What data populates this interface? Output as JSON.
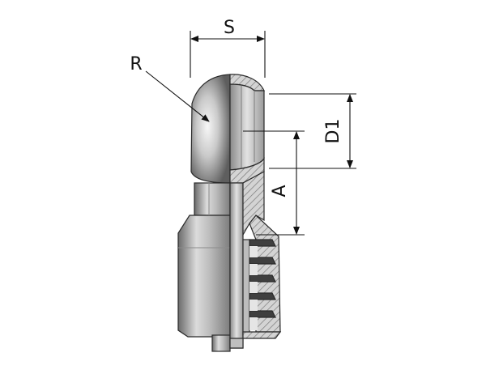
{
  "diagram": {
    "labels": {
      "width": "S",
      "radius": "R",
      "diameter": "D1",
      "offset": "A"
    },
    "colors": {
      "body_dark": "#6e6e6e",
      "body_mid": "#b4b4b4",
      "body_light": "#efefef",
      "section_fill": "#cdcdcd",
      "hatch": "#7a7a7a",
      "line": "#111111"
    }
  }
}
